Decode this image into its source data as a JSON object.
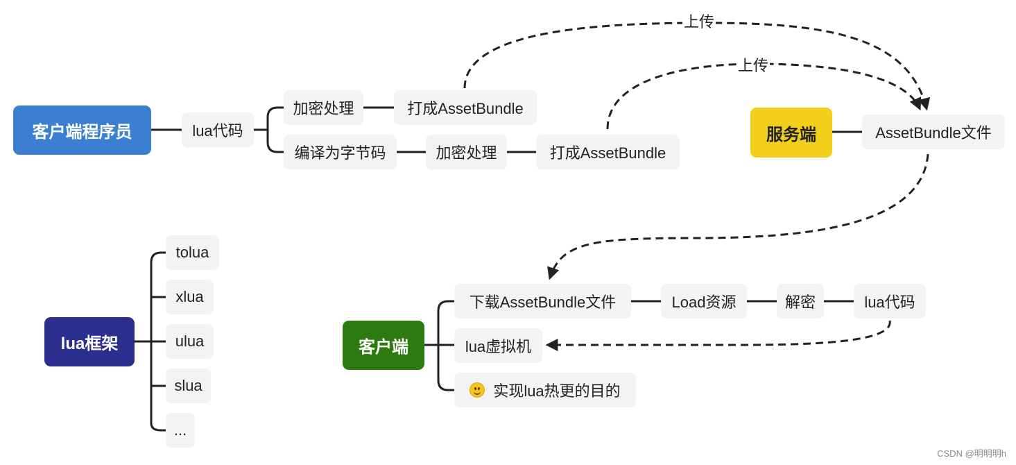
{
  "colors": {
    "client_programmer": "#3a7fd0",
    "server": "#f2cf1a",
    "lua_framework": "#2d2f8f",
    "client": "#2d7a10",
    "line": "#222222"
  },
  "client_programmer": {
    "root": "客户端程序员",
    "lua_code": "lua代码",
    "encrypt": "加密处理",
    "pack1": "打成AssetBundle",
    "compile": "编译为字节码",
    "encrypt2": "加密处理",
    "pack2": "打成AssetBundle"
  },
  "server": {
    "root": "服务端",
    "file": "AssetBundle文件"
  },
  "upload_labels": [
    "上传",
    "上传"
  ],
  "lua_framework": {
    "root": "lua框架",
    "items": [
      "tolua",
      "xlua",
      "ulua",
      "slua",
      "..."
    ]
  },
  "client": {
    "root": "客户端",
    "download": "下载AssetBundle文件",
    "load": "Load资源",
    "decrypt": "解密",
    "lua_code": "lua代码",
    "vm": "lua虚拟机",
    "goal_icon": "smiley-icon",
    "goal": "实现lua热更的目的"
  },
  "watermark": "CSDN @明明明h"
}
